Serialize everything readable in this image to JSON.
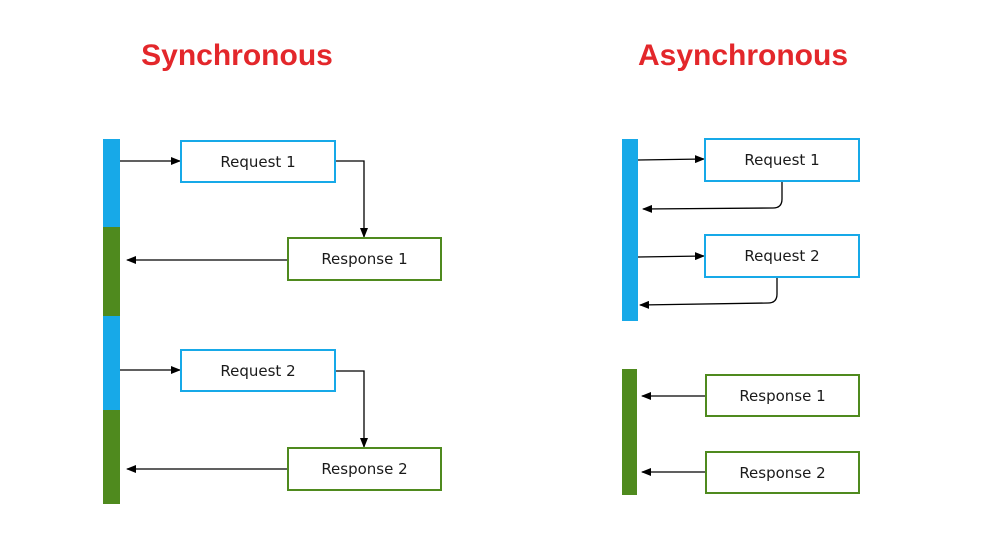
{
  "sync": {
    "title": "Synchronous",
    "request_1": "Request 1",
    "response_1": "Response 1",
    "request_2": "Request 2",
    "response_2": "Response 2"
  },
  "async": {
    "title": "Asynchronous",
    "request_1": "Request 1",
    "request_2": "Request 2",
    "response_1": "Response 1",
    "response_2": "Response 2"
  },
  "colors": {
    "title": "#e3272b",
    "request": "#17a9e8",
    "response": "#4f8a1e",
    "arrow": "#000000"
  }
}
